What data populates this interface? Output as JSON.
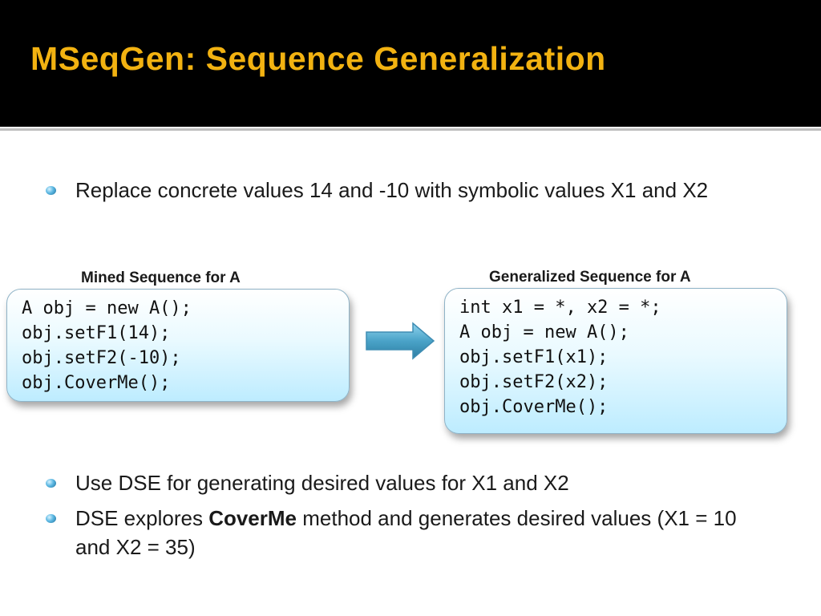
{
  "slide": {
    "title": "MSeqGen: Sequence Generalization"
  },
  "bullets_top": [
    {
      "text": "Replace concrete values 14 and -10 with symbolic values X1 and X2"
    }
  ],
  "mined": {
    "caption": "Mined Sequence for A",
    "lines": [
      "A obj = new A();",
      "obj.setF1(14);",
      "obj.setF2(-10);",
      "obj.CoverMe();"
    ]
  },
  "generalized": {
    "caption": "Generalized Sequence for A",
    "lines": [
      "int x1 = *, x2 = *;",
      "A obj = new A();",
      "obj.setF1(x1);",
      "obj.setF2(x2);",
      "obj.CoverMe();"
    ]
  },
  "arrow_icon": "right-arrow-icon",
  "bullets_bottom": [
    {
      "text": "Use DSE for generating desired values for X1 and X2"
    },
    {
      "before": "DSE explores ",
      "bold": "CoverMe",
      "after": " method and generates desired values (X1 = 10 and X2 = 35)"
    }
  ],
  "colors": {
    "title": "#f2b211",
    "title_bar": "#000000",
    "arrow": "#4aa3c8"
  }
}
